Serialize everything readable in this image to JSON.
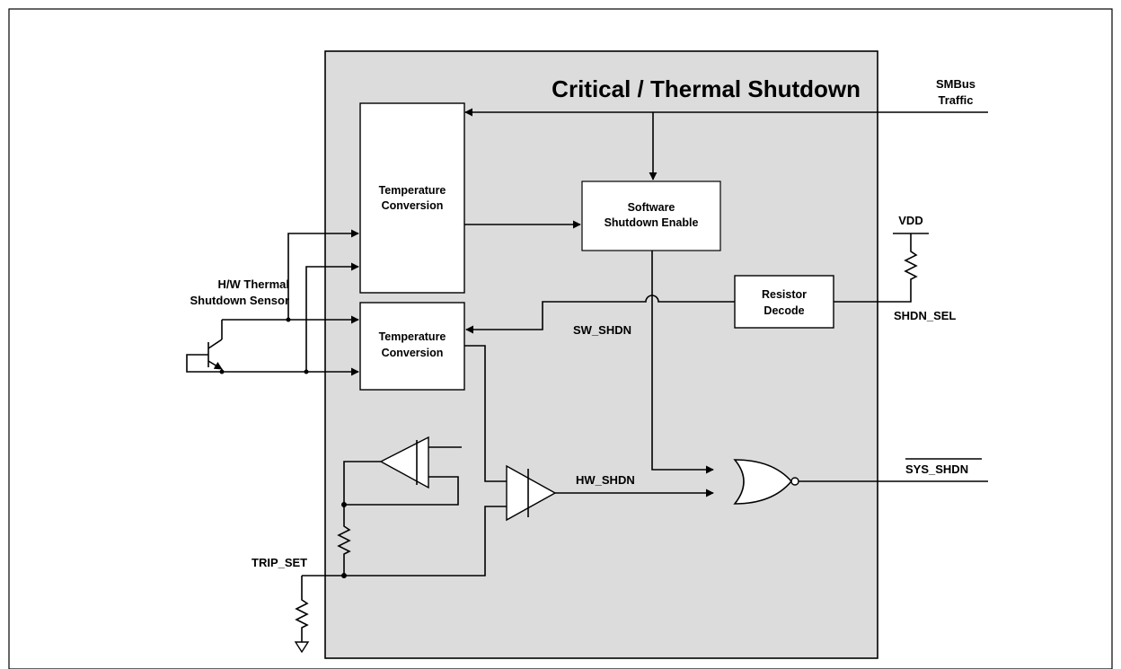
{
  "title": "Critical / Thermal Shutdown",
  "signals": {
    "smbus_line1": "SMBus",
    "smbus_line2": "Traffic",
    "vdd": "VDD",
    "shdn_sel": "SHDN_SEL",
    "sw_shdn": "SW_SHDN",
    "hw_shdn": "HW_SHDN",
    "sys_shdn": "SYS_SHDN",
    "trip_set": "TRIP_SET"
  },
  "blocks": {
    "temp_conv_top": {
      "line1": "Temperature",
      "line2": "Conversion"
    },
    "temp_conv_bottom": {
      "line1": "Temperature",
      "line2": "Conversion"
    },
    "software_shutdown": {
      "line1": "Software",
      "line2": "Shutdown Enable"
    },
    "resistor_decode": {
      "line1": "Resistor",
      "line2": "Decode"
    }
  },
  "sensor": {
    "line1": "H/W Thermal",
    "line2": "Shutdown  Sensor"
  },
  "colors": {
    "panel_fill": "#dcdcdc",
    "block_fill": "#ffffff",
    "line": "#000000"
  }
}
